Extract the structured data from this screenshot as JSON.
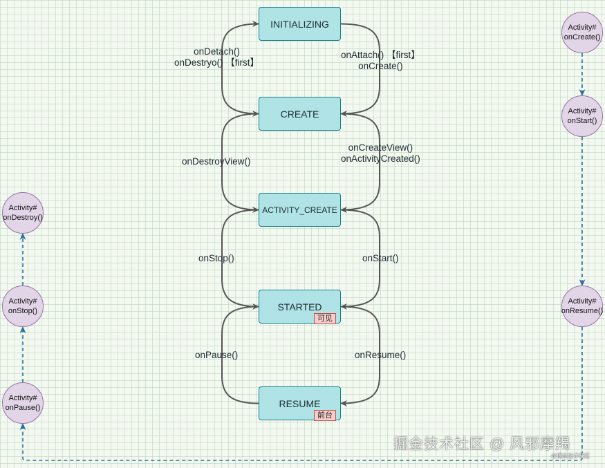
{
  "states": [
    {
      "id": "initializing",
      "label": "INITIALIZING"
    },
    {
      "id": "create",
      "label": "CREATE"
    },
    {
      "id": "activity_create",
      "label": "ACTIVITY_CREATE"
    },
    {
      "id": "started",
      "label": "STARTED",
      "tag": "可见"
    },
    {
      "id": "resume",
      "label": "RESUME",
      "tag": "前台"
    }
  ],
  "edges_left": [
    {
      "from": "create",
      "to": "initializing",
      "lines": [
        "onDetach()",
        "onDestryo() 【first】"
      ]
    },
    {
      "from": "activity_create",
      "to": "create",
      "lines": [
        "onDestroyView()"
      ]
    },
    {
      "from": "started",
      "to": "activity_create",
      "lines": [
        "onStop()"
      ]
    },
    {
      "from": "resume",
      "to": "started",
      "lines": [
        "onPause()"
      ]
    }
  ],
  "edges_right": [
    {
      "from": "initializing",
      "to": "create",
      "lines": [
        "onAttach() 【first】",
        "onCreate()"
      ]
    },
    {
      "from": "create",
      "to": "activity_create",
      "lines": [
        "onCreateView()",
        "onActivityCreated()"
      ]
    },
    {
      "from": "activity_create",
      "to": "started",
      "lines": [
        "onStart()"
      ]
    },
    {
      "from": "started",
      "to": "resume",
      "lines": [
        "onResume()"
      ]
    }
  ],
  "activity_right": [
    {
      "line1": "Activity#",
      "line2": "onCreate()"
    },
    {
      "line1": "Activity#",
      "line2": "onStart()"
    },
    {
      "line1": "Activity#",
      "line2": "onResume()"
    }
  ],
  "activity_left": [
    {
      "line1": "Activity#",
      "line2": "onDestroy()"
    },
    {
      "line1": "Activity#",
      "line2": "onStop()"
    },
    {
      "line1": "Activity#",
      "line2": "onPause()"
    }
  ],
  "watermark": {
    "main": "掘金技术社区 @ 风邪摩羯",
    "sub": "@掘金技术社区"
  },
  "colors": {
    "state_fill": "#b0e3e6",
    "state_border": "#0e8088",
    "tag_fill": "#f8cecc",
    "tag_border": "#b85450",
    "activity_fill": "#e1d5e7",
    "activity_border": "#9673a6",
    "solid_arrow": "#555555",
    "dashed_arrow": "#2b6fa0",
    "background": "#f3f8f1"
  }
}
